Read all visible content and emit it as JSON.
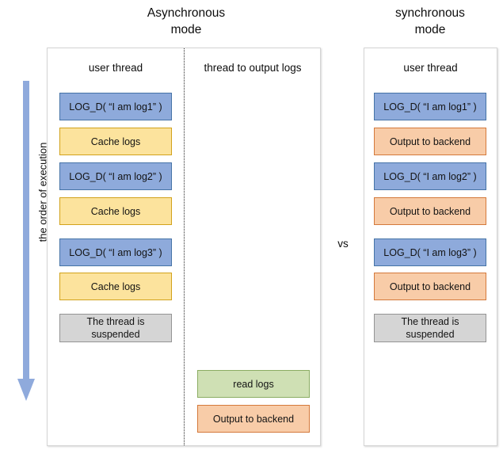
{
  "diagram": {
    "titles": {
      "async": "Asynchronous\nmode",
      "sync": "synchronous\nmode"
    },
    "vs_label": "vs",
    "order_arrow": {
      "label": "the order of execution",
      "direction": "down",
      "color": "#8FAADC"
    },
    "colors": {
      "log_call": "#8EAADB",
      "cache": "#FCE39D",
      "suspended": "#D5D5D5",
      "output": "#F8CCA8",
      "read": "#CFE0B4",
      "panel_border": "#D4D4D4",
      "divider": "#2B2B2B"
    },
    "async_panel": {
      "columns": [
        {
          "header": "user thread",
          "steps": [
            {
              "label": "LOG_D( “I am log1” )",
              "kind": "log_call"
            },
            {
              "label": "Cache logs",
              "kind": "cache"
            },
            {
              "label": "LOG_D( “I am log2” )",
              "kind": "log_call"
            },
            {
              "label": "Cache logs",
              "kind": "cache"
            },
            {
              "label": "LOG_D( “I am log3” )",
              "kind": "log_call"
            },
            {
              "label": "Cache logs",
              "kind": "cache"
            },
            {
              "label": "The thread is\nsuspended",
              "kind": "suspended"
            }
          ]
        },
        {
          "header": "thread to output logs",
          "steps": [
            {
              "label": "read logs",
              "kind": "read"
            },
            {
              "label": "Output to backend",
              "kind": "output"
            }
          ]
        }
      ]
    },
    "sync_panel": {
      "columns": [
        {
          "header": "user thread",
          "steps": [
            {
              "label": "LOG_D( “I am log1” )",
              "kind": "log_call"
            },
            {
              "label": "Output to backend",
              "kind": "output"
            },
            {
              "label": "LOG_D( “I am log2” )",
              "kind": "log_call"
            },
            {
              "label": "Output to backend",
              "kind": "output"
            },
            {
              "label": "LOG_D( “I am log3” )",
              "kind": "log_call"
            },
            {
              "label": "Output to backend",
              "kind": "output"
            },
            {
              "label": "The thread is\nsuspended",
              "kind": "suspended"
            }
          ]
        }
      ]
    }
  }
}
